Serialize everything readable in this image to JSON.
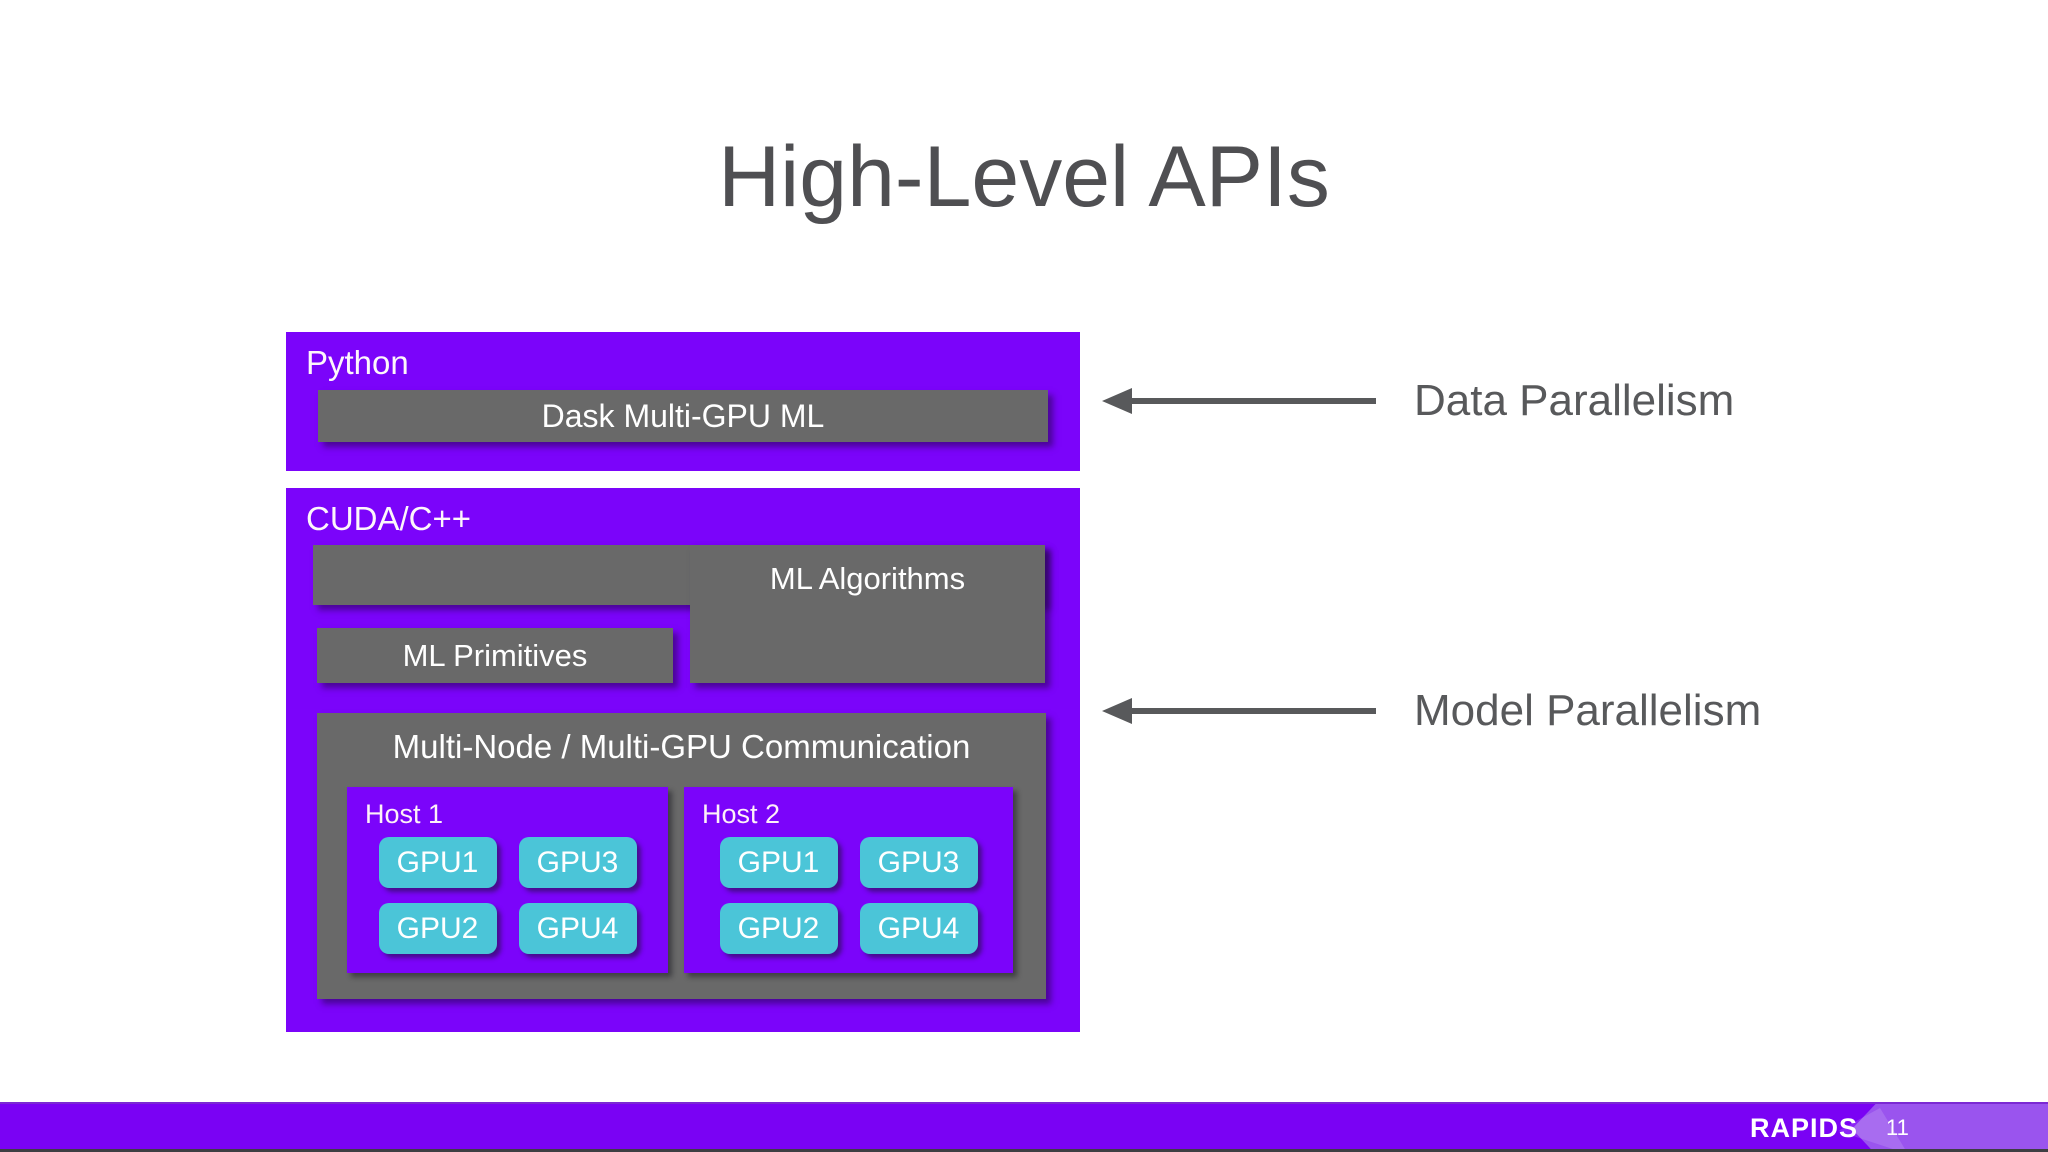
{
  "slide": {
    "title": "High-Level APIs",
    "brand": "RAPIDS",
    "page_number": "11"
  },
  "colors": {
    "purple": "#7B04FA",
    "gray_block": "#696969",
    "gpu_cyan": "#4BC5D8",
    "arrow_gray": "#58595B",
    "title_gray": "#4F4F52",
    "footer_purple": "#7A02F4",
    "footer_light_purple": "#9A54EE",
    "text_white": "#FFFFFF"
  },
  "icons": {
    "annotation_arrow": "left-arrow"
  },
  "diagram": {
    "python_layer": {
      "label": "Python",
      "dask_box": "Dask Multi-GPU ML"
    },
    "cuda_layer": {
      "label": "CUDA/C++",
      "ml_algorithms": "ML Algorithms",
      "ml_primitives": "ML Primitives",
      "comm_box": {
        "title": "Multi-Node / Multi-GPU Communication",
        "hosts": [
          {
            "label": "Host 1",
            "gpus": [
              "GPU1",
              "GPU3",
              "GPU2",
              "GPU4"
            ]
          },
          {
            "label": "Host 2",
            "gpus": [
              "GPU1",
              "GPU3",
              "GPU2",
              "GPU4"
            ]
          }
        ]
      }
    },
    "annotations": [
      {
        "label": "Data Parallelism"
      },
      {
        "label": "Model Parallelism"
      }
    ]
  }
}
